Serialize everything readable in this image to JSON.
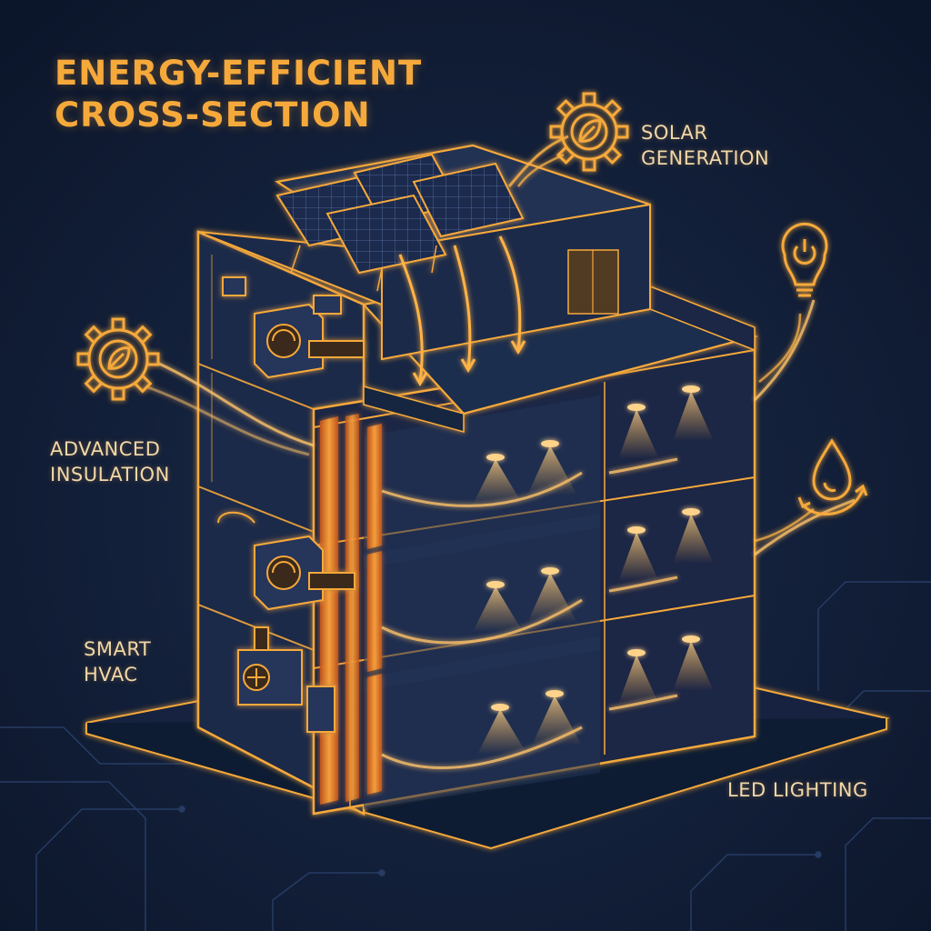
{
  "title": {
    "line1": "ENERGY-EFFICIENT",
    "line2": "CROSS-SECTION"
  },
  "labels": {
    "solar": {
      "line1": "SOLAR",
      "line2": "GENERATION"
    },
    "insulation": {
      "line1": "ADVANCED",
      "line2": "INSULATION"
    },
    "hvac": {
      "line1": "SMART",
      "line2": "HVAC"
    },
    "led": "LED LIGHTING"
  },
  "icons": [
    "gear-leaf-icon",
    "gear-leaf-icon",
    "lightbulb-power-icon",
    "water-drop-recycle-icon"
  ],
  "colors": {
    "background": "#0f1b33",
    "accent": "#f6a93b",
    "glow": "#ffb347",
    "label": "#f2d8a8"
  }
}
